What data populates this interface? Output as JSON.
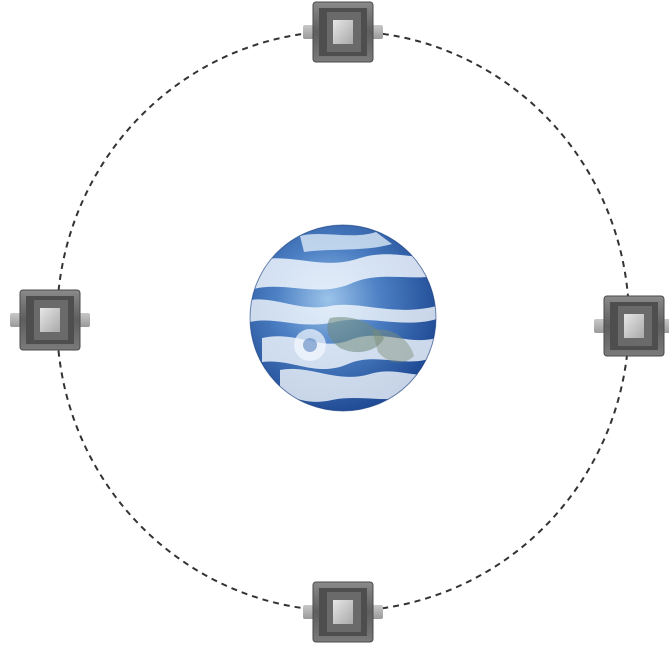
{
  "diagram": {
    "central_body": {
      "kind": "planet",
      "icon": "earth-globe"
    },
    "orbit": {
      "style": "dashed",
      "color": "#333333"
    },
    "satellites": [
      {
        "id": "top",
        "icon": "satellite-box"
      },
      {
        "id": "left",
        "icon": "satellite-box"
      },
      {
        "id": "right",
        "icon": "satellite-box"
      },
      {
        "id": "bottom",
        "icon": "satellite-box"
      }
    ],
    "colors": {
      "ocean": "#2f5fae",
      "ocean_light": "#7aa6d8",
      "cloud": "#f2f6fb",
      "satellite_body": "#6e6e6e",
      "satellite_dark": "#3c3c3c",
      "satellite_light": "#d4d4d4"
    }
  }
}
